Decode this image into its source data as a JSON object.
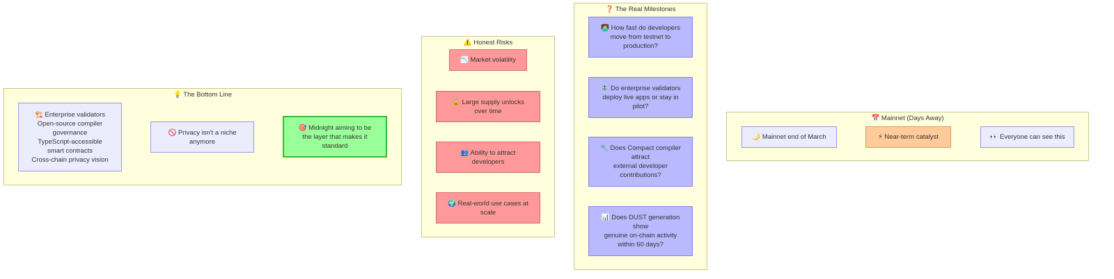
{
  "bottom_line": {
    "icon": "lightbulb-icon",
    "title": "💡 The Bottom Line",
    "node_foundations": "🏗️ Enterprise validators\nOpen-source compiler\ngovernance\nTypeScript-accessible\nsmart contracts\nCross-chain privacy vision",
    "node_privacy": "🚫 Privacy isn't a niche\nanymore",
    "node_midnight": "🎯 Midnight aiming to be\nthe layer that makes it\nstandard"
  },
  "risks": {
    "title": "⚠️ Honest Risks",
    "items": [
      "📉 Market volatility",
      "🔓 Large supply unlocks\nover time",
      "👥 Ability to attract\ndevelopers",
      "🌍 Real-world use cases at\nscale"
    ]
  },
  "milestones": {
    "title": "❓ The Real Milestones\nThat Matter",
    "items": [
      "🧑‍💻 How fast do developers\nmove from testnet to\nproduction?",
      "🏦 Do enterprise validators\ndeploy live apps or stay in\npilot?",
      "🔧 Does Compact compiler\nattract\nexternal developer\ncontributions?",
      "📊 Does DUST generation\nshow\ngenuine on-chain activity\nwithin 60 days?"
    ]
  },
  "mainnet": {
    "title": "📅 Mainnet (Days Away)",
    "node_end_of_march": "🌙 Mainnet end of March",
    "node_catalyst": "⚡ Near-term catalyst",
    "node_everyone": "👀 Everyone can see this"
  },
  "colors": {
    "cluster_fill": "#ffffde",
    "default_node": "#ececff",
    "milestone_node": "#b9b9ff",
    "risk_node": "#ff9999",
    "goal_node": "#99ff99",
    "catalyst_node": "#ffcc99",
    "arrow": "#333333"
  }
}
